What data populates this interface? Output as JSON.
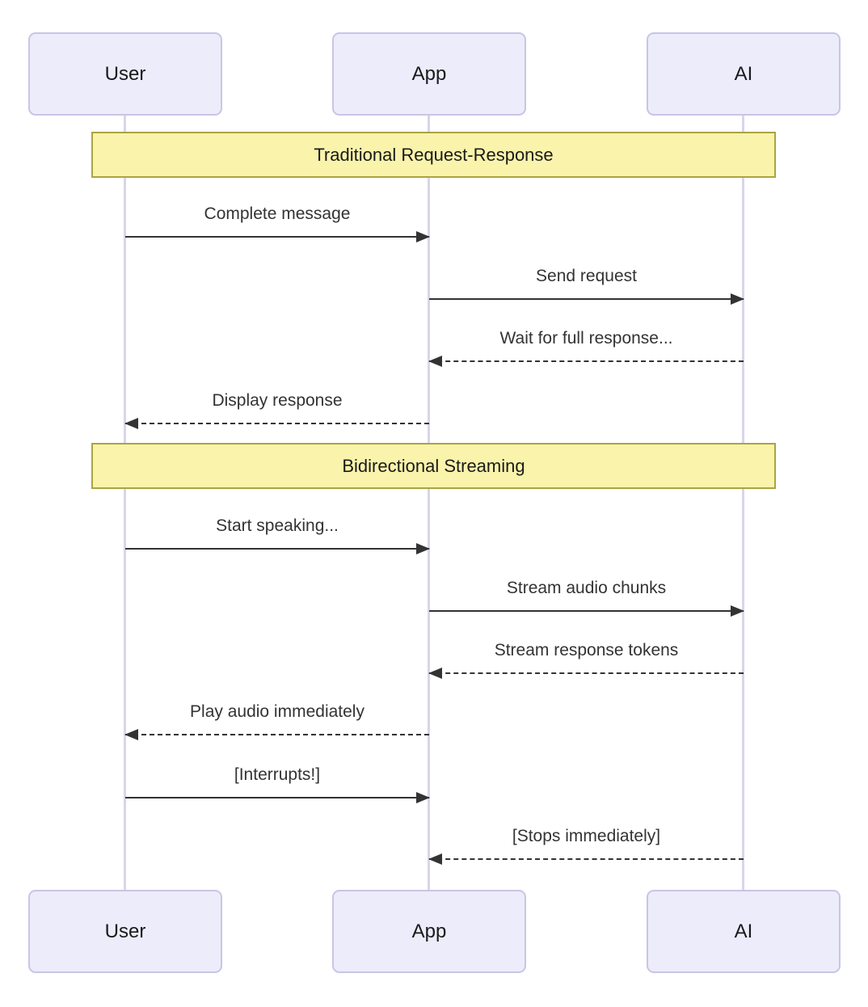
{
  "diagram": {
    "type": "sequence-diagram",
    "actors": [
      {
        "name": "User"
      },
      {
        "name": "App"
      },
      {
        "name": "AI"
      }
    ],
    "sections": [
      {
        "title": "Traditional Request-Response"
      },
      {
        "title": "Bidirectional Streaming"
      }
    ],
    "messages": [
      {
        "from": "User",
        "to": "App",
        "label": "Complete message",
        "line_style": "solid",
        "direction": "right"
      },
      {
        "from": "App",
        "to": "AI",
        "label": "Send request",
        "line_style": "solid",
        "direction": "right"
      },
      {
        "from": "AI",
        "to": "App",
        "label": "Wait for full response...",
        "line_style": "dashed",
        "direction": "left"
      },
      {
        "from": "App",
        "to": "User",
        "label": "Display response",
        "line_style": "dashed",
        "direction": "left"
      },
      {
        "from": "User",
        "to": "App",
        "label": "Start speaking...",
        "line_style": "solid",
        "direction": "right"
      },
      {
        "from": "App",
        "to": "AI",
        "label": "Stream audio chunks",
        "line_style": "solid",
        "direction": "right"
      },
      {
        "from": "AI",
        "to": "App",
        "label": "Stream response tokens",
        "line_style": "dashed",
        "direction": "left"
      },
      {
        "from": "App",
        "to": "User",
        "label": "Play audio immediately",
        "line_style": "dashed",
        "direction": "left"
      },
      {
        "from": "User",
        "to": "App",
        "label": "[Interrupts!]",
        "line_style": "solid",
        "direction": "right"
      },
      {
        "from": "AI",
        "to": "App",
        "label": "[Stops immediately]",
        "line_style": "dashed",
        "direction": "left"
      }
    ],
    "colors": {
      "background": "#ffffff",
      "actor_fill": "#ececfb",
      "actor_border": "#c9c5e5",
      "section_fill": "#faf3ab",
      "section_border": "#a9a442",
      "lifeline": "#d8d5ec",
      "arrow": "#333333",
      "text": "#333333"
    }
  }
}
